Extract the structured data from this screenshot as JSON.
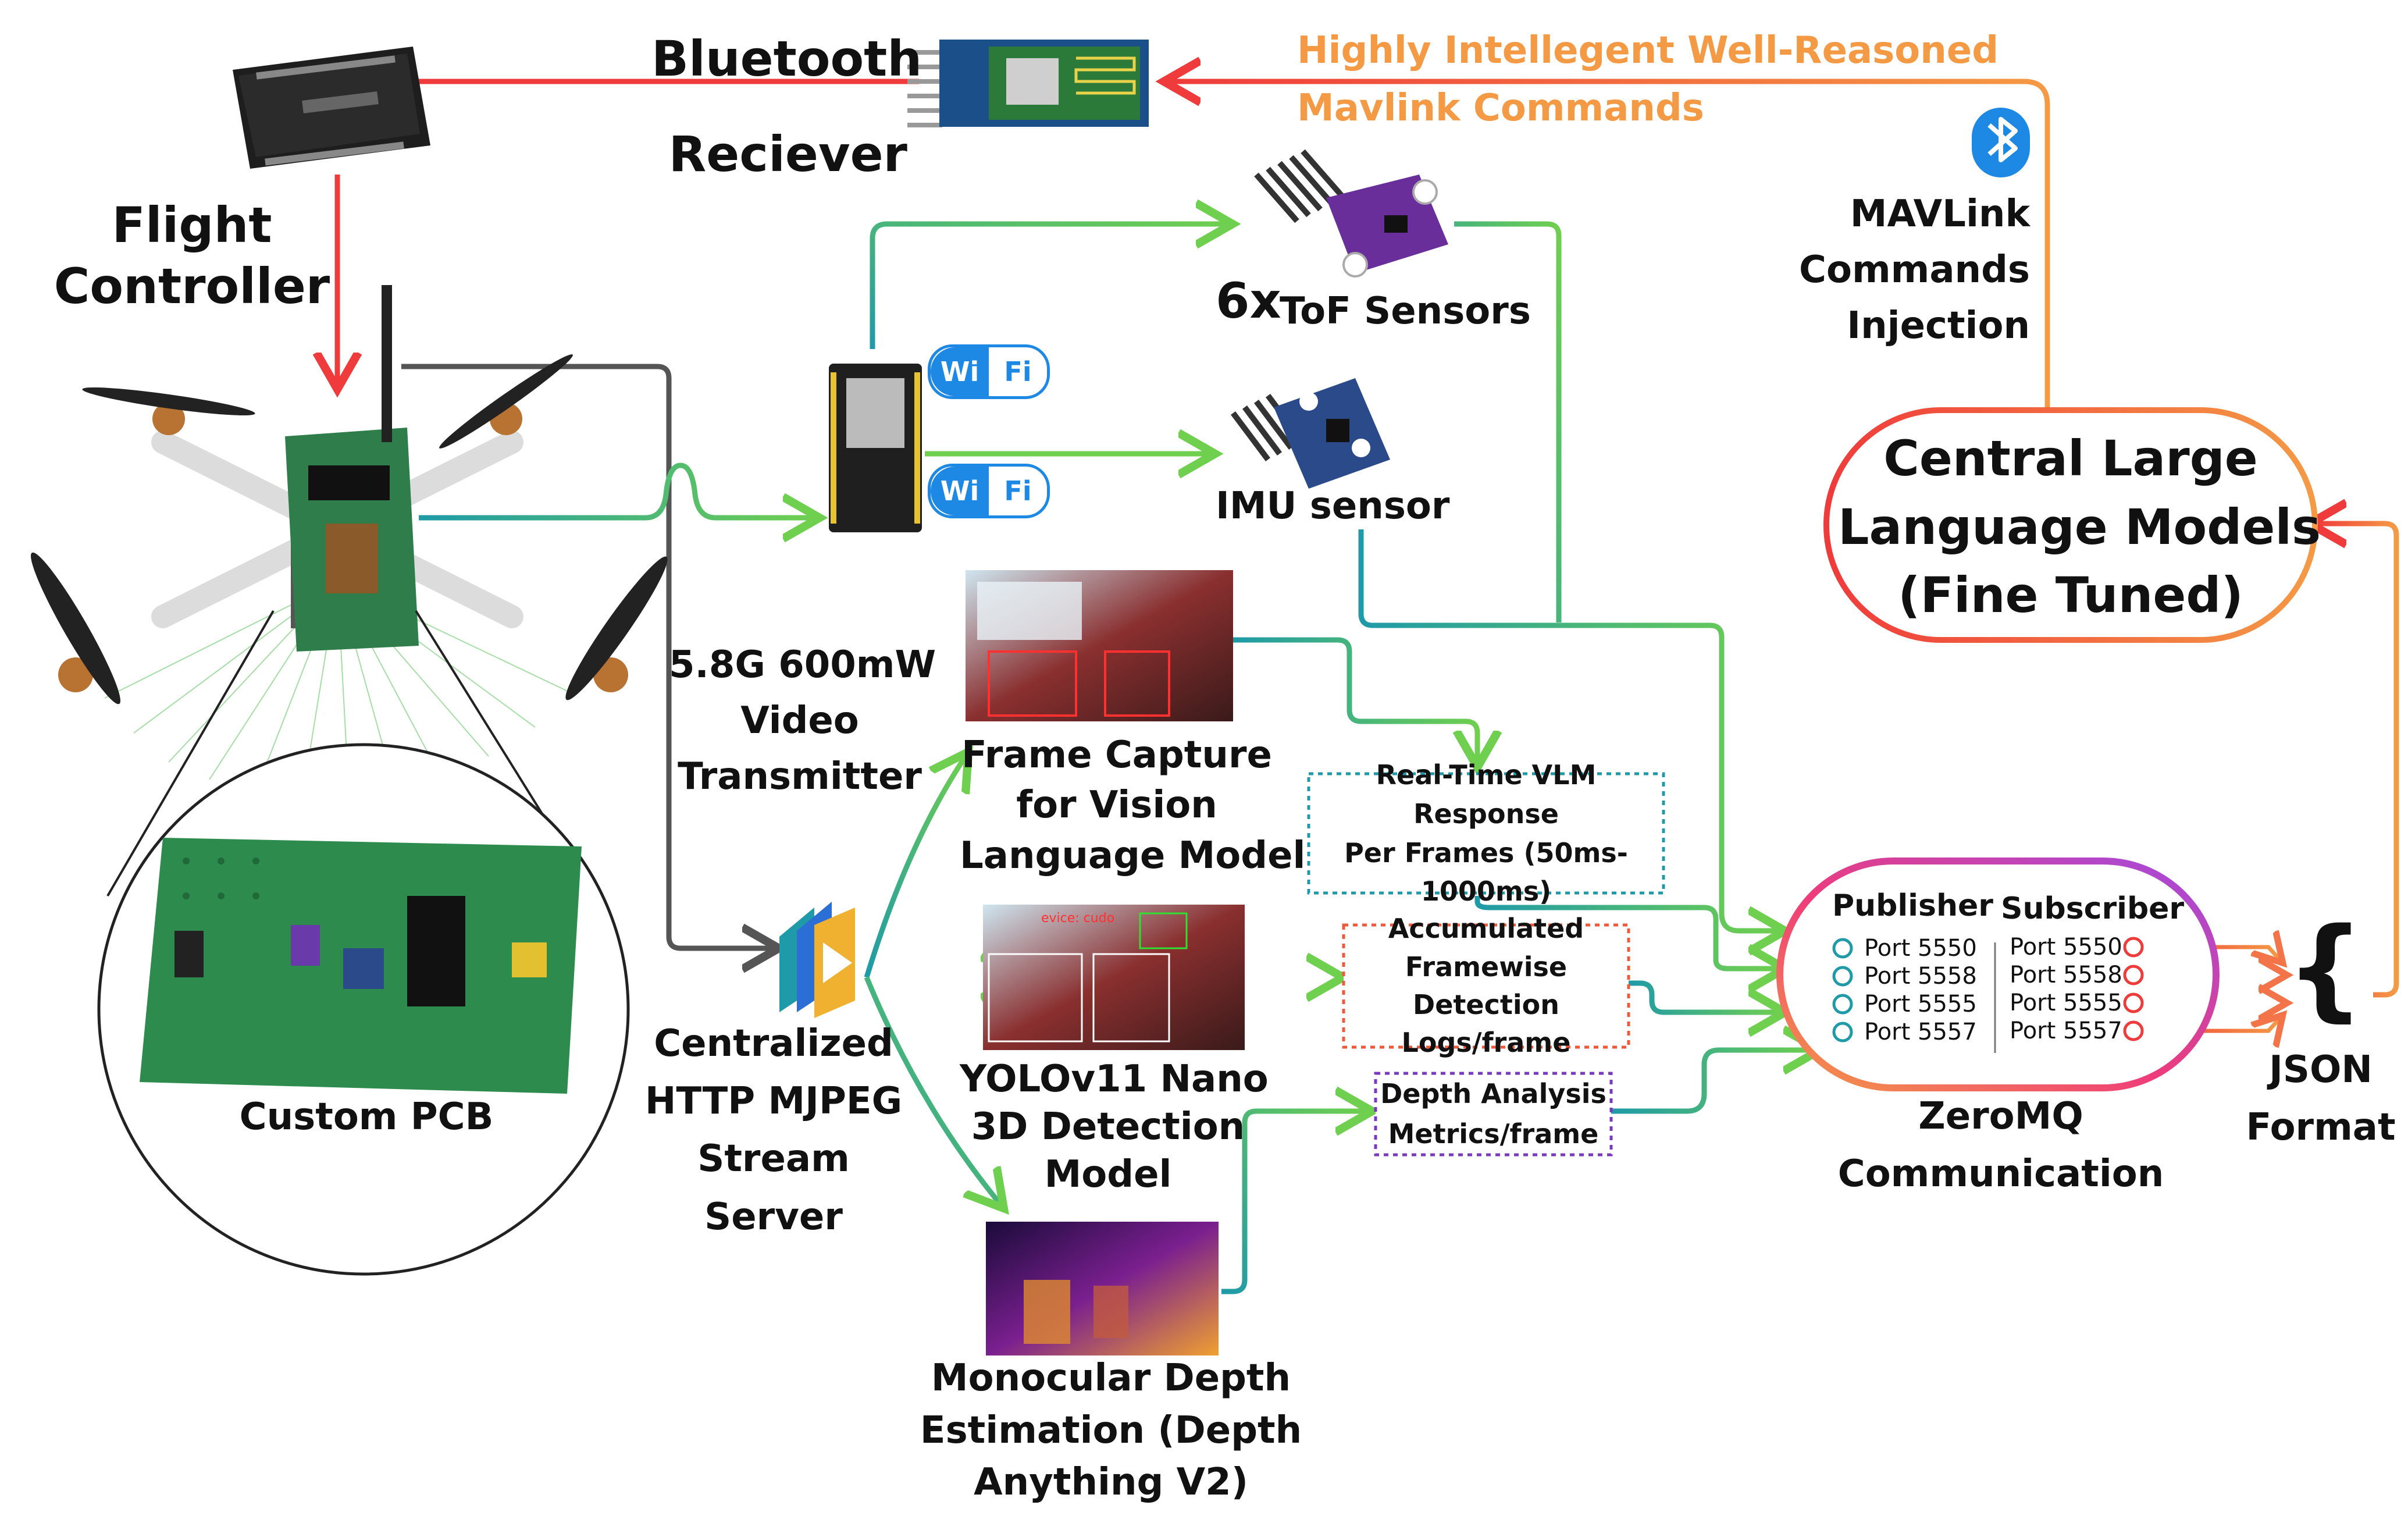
{
  "labels": {
    "flight_controller": [
      "Flight",
      "Controller"
    ],
    "bluetooth_receiver": [
      "Bluetooth",
      "Reciever"
    ],
    "mavlink_commands_note": [
      "Highly Intellegent Well-Reasoned",
      "Mavlink Commands"
    ],
    "mavlink_injection": [
      "MAVLink",
      "Commands",
      "Injection"
    ],
    "tof_count": "6x",
    "tof_sensors": "ToF Sensors",
    "imu_sensor": "IMU sensor",
    "central_llm": [
      "Central Large",
      "Language Models",
      "(Fine Tuned)"
    ],
    "video_transmitter": [
      "5.8G 600mW",
      "Video",
      "Transmitter"
    ],
    "frame_capture": [
      "Frame Capture",
      "for Vision",
      "Language Model"
    ],
    "yolo_model": [
      "YOLOv11 Nano",
      "3D Detection",
      "Model"
    ],
    "depth_model": [
      "Monocular Depth",
      "Estimation (Depth",
      "Anything V2)"
    ],
    "stream_server": [
      "Centralized",
      "HTTP MJPEG",
      "Stream",
      "Server"
    ],
    "custom_pcb": "Custom PCB",
    "zeromq": [
      "ZeroMQ",
      "Communication"
    ],
    "json_format": [
      "JSON",
      "Format"
    ],
    "json_braces": "{ }"
  },
  "boxes": {
    "vlm_response": [
      "Real-Time VLM Response",
      "Per Frames (50ms-",
      "1000ms)"
    ],
    "detection_logs": [
      "Accumulated",
      "Framewise Detection",
      "Logs/frame"
    ],
    "depth_metrics": [
      "Depth Analysis",
      "Metrics/frame"
    ]
  },
  "zeromq_panel": {
    "publisher_title": "Publisher",
    "subscriber_title": "Subscriber",
    "publisher_ports": [
      "Port 5550",
      "Port 5558",
      "Port 5555",
      "Port 5557"
    ],
    "subscriber_ports": [
      "Port 5550",
      "Port 5558",
      "Port 5555",
      "Port 5557"
    ]
  },
  "wifi_badges": [
    {
      "left": "Wi",
      "right": "Fi"
    },
    {
      "left": "Wi",
      "right": "Fi"
    }
  ],
  "annotations": {
    "yolo_overlay_text": "evice: cudo"
  },
  "colors": {
    "red_arrow": "#ef3b3b",
    "orange_arrow": "#f49a45",
    "green_arrow": "#6fcf4f",
    "teal_arrow": "#1f9aa8",
    "dark_line": "#555555",
    "bluetooth_blue": "#1e88e5"
  }
}
